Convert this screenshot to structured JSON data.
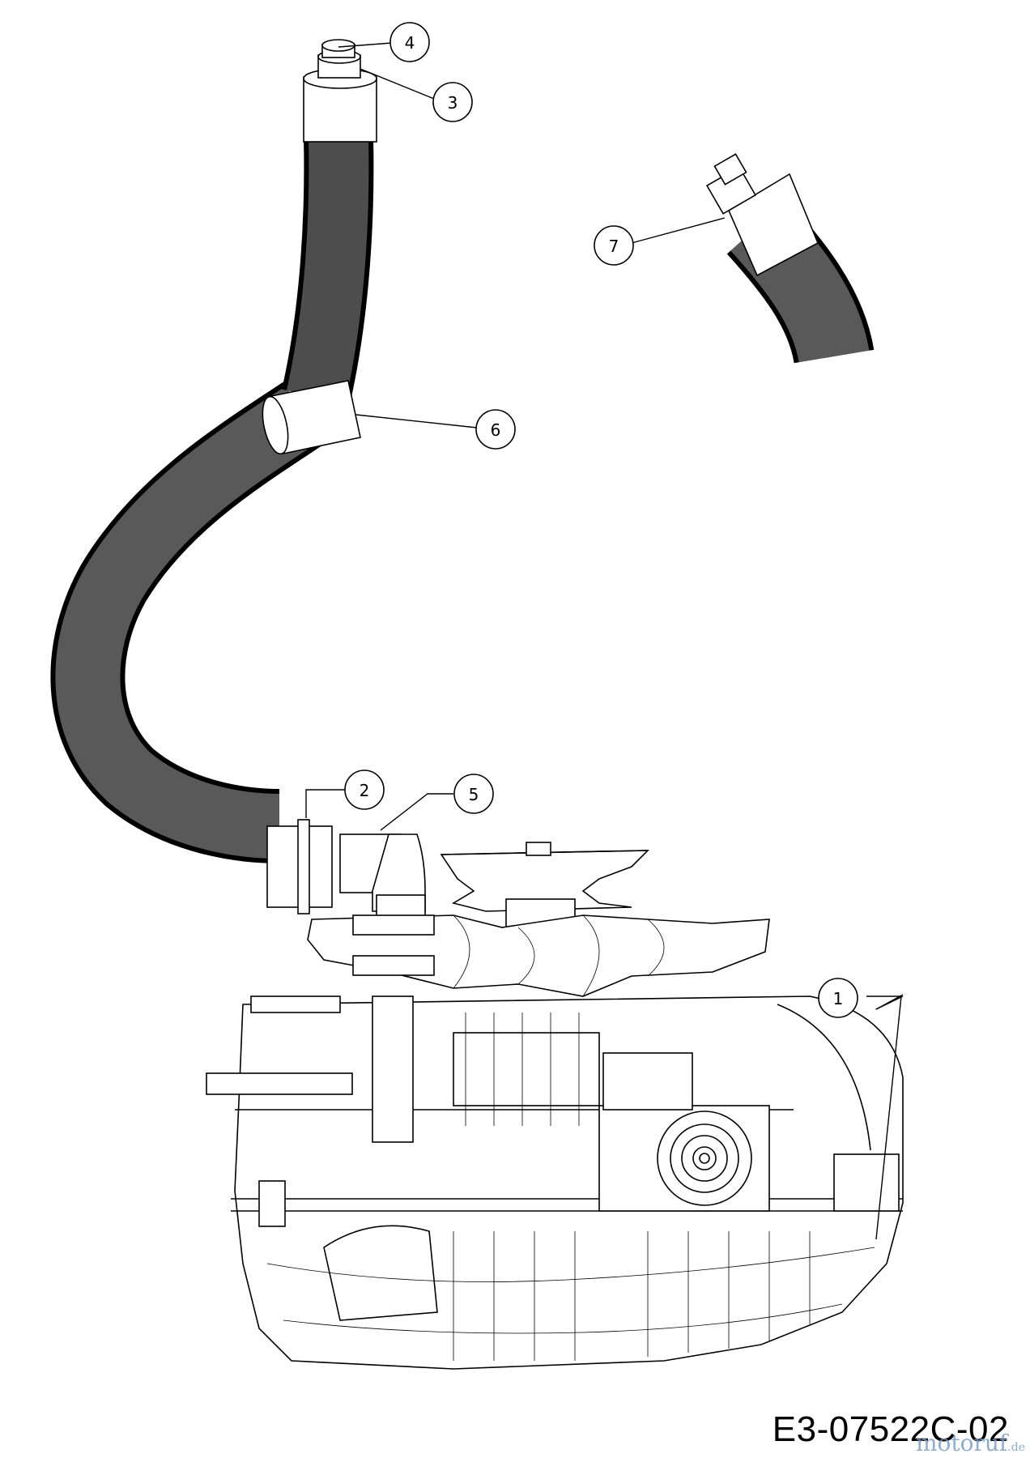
{
  "callouts": [
    {
      "number": "1"
    },
    {
      "number": "2"
    },
    {
      "number": "3"
    },
    {
      "number": "4"
    },
    {
      "number": "5"
    },
    {
      "number": "6"
    },
    {
      "number": "7"
    }
  ],
  "drawing_code": "E3-07522C-02",
  "watermark": {
    "text": "motoruf",
    "suffix": ".de"
  }
}
